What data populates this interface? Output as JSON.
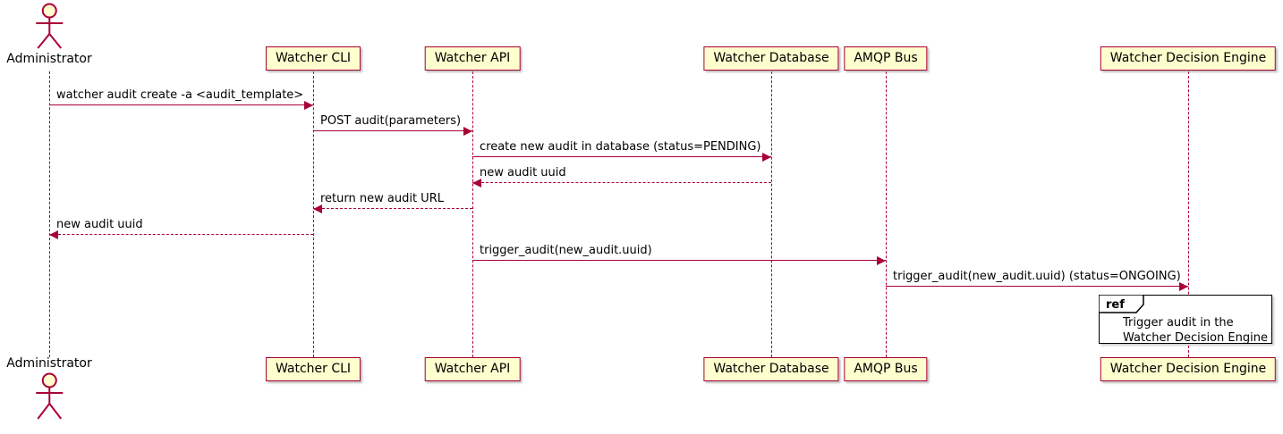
{
  "colors": {
    "participant_fill": "#FEFECE",
    "participant_border": "#A80036",
    "arrow": "#A80036",
    "lifeline": "#A80036",
    "ref_border": "#000000"
  },
  "actor": {
    "label": "Administrator"
  },
  "participants": [
    {
      "label": "Watcher CLI"
    },
    {
      "label": "Watcher API"
    },
    {
      "label": "Watcher Database"
    },
    {
      "label": "AMQP Bus"
    },
    {
      "label": "Watcher Decision Engine"
    }
  ],
  "messages": [
    {
      "from": "Administrator",
      "to": "Watcher CLI",
      "label": "watcher audit create -a <audit_template>",
      "line": "solid"
    },
    {
      "from": "Watcher CLI",
      "to": "Watcher API",
      "label": "POST audit(parameters)",
      "line": "solid"
    },
    {
      "from": "Watcher API",
      "to": "Watcher Database",
      "label": "create new audit in database (status=PENDING)",
      "line": "solid"
    },
    {
      "from": "Watcher Database",
      "to": "Watcher API",
      "label": "new audit uuid",
      "line": "dashed"
    },
    {
      "from": "Watcher API",
      "to": "Watcher CLI",
      "label": "return new audit URL",
      "line": "dashed"
    },
    {
      "from": "Watcher CLI",
      "to": "Administrator",
      "label": "new audit uuid",
      "line": "dashed"
    },
    {
      "from": "Watcher API",
      "to": "AMQP Bus",
      "label": "trigger_audit(new_audit.uuid)",
      "line": "solid"
    },
    {
      "from": "AMQP Bus",
      "to": "Watcher Decision Engine",
      "label": "trigger_audit(new_audit.uuid) (status=ONGOING)",
      "line": "solid"
    }
  ],
  "ref": {
    "keyword": "ref",
    "text": [
      "Trigger audit in the",
      "Watcher Decision Engine"
    ]
  }
}
